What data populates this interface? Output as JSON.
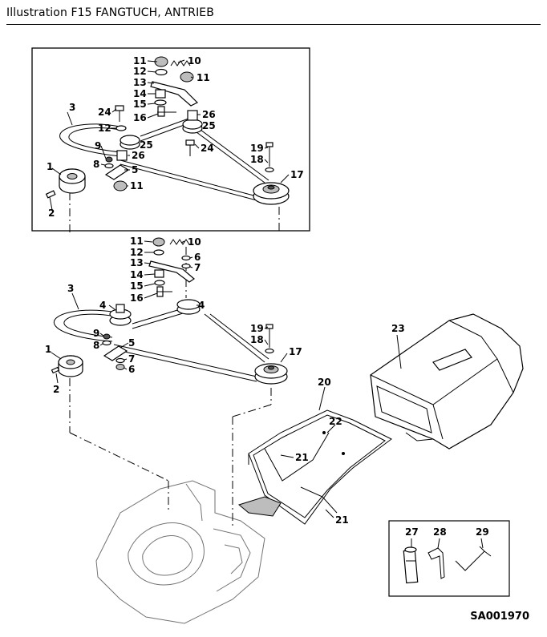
{
  "header": {
    "title": "Illustration  F15  FANGTUCH, ANTRIEB"
  },
  "drawing_code": "SA001970",
  "inset_labels": [
    "11",
    "10",
    "12",
    "11",
    "13",
    "14",
    "15",
    "16",
    "26",
    "25",
    "24",
    "3",
    "24",
    "12",
    "9",
    "25",
    "8",
    "26",
    "5",
    "19",
    "18",
    "17",
    "1",
    "11",
    "2"
  ],
  "main_labels": [
    "11",
    "10",
    "12",
    "6",
    "13",
    "7",
    "14",
    "15",
    "16",
    "4",
    "3",
    "4",
    "9",
    "8",
    "5",
    "7",
    "6",
    "19",
    "18",
    "17",
    "1",
    "2",
    "23",
    "20",
    "22",
    "21",
    "21"
  ],
  "tools_labels": [
    "27",
    "28",
    "29"
  ]
}
